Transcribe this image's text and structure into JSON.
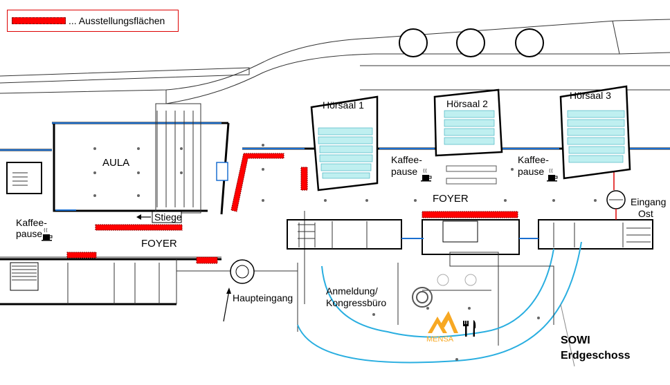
{
  "legend": {
    "label": "... Ausstellungsflächen",
    "color": "#ff0000"
  },
  "rooms": {
    "aula": "AULA",
    "stiege": "Stiege",
    "foyer_west": "FOYER",
    "foyer_main": "FOYER",
    "hoersaal1": "Hörsaal 1",
    "hoersaal2": "Hörsaal 2",
    "hoersaal3": "Hörsaal 3",
    "anmeldung_line1": "Anmeldung/",
    "anmeldung_line2": "Kongressbüro"
  },
  "coffee": [
    {
      "line1": "Kaffee-",
      "line2": "pause",
      "icon": "coffee-cup-icon"
    },
    {
      "line1": "Kaffee-",
      "line2": "pause",
      "icon": "coffee-cup-icon"
    },
    {
      "line1": "Kaffee-",
      "line2": "pause",
      "icon": "coffee-cup-icon"
    }
  ],
  "entrances": {
    "main": "Haupteingang",
    "east_line1": "Eingang",
    "east_line2": "Ost"
  },
  "mensa": {
    "label": "MENSA",
    "color": "#f7a823",
    "icon": "cutlery-icon"
  },
  "title": {
    "line1": "SOWI",
    "line2": "Erdgeschoss"
  }
}
